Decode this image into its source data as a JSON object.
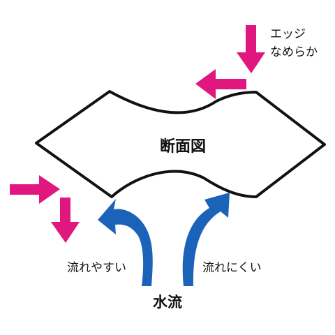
{
  "labels": {
    "edge_line1": "エッジ",
    "edge_line2": "なめらか",
    "section": "断面図",
    "flow_easy": "流れやすい",
    "flow_hard": "流れにくい",
    "water_flow": "水流"
  },
  "icons": {
    "pointer_arrow": "magenta-arrow-icon",
    "flow_arrow": "blue-curved-arrow-icon"
  },
  "colors": {
    "pointer_arrow": "#e0177f",
    "flow_arrow": "#1a63b8",
    "outline": "#111111",
    "text": "#111111"
  }
}
